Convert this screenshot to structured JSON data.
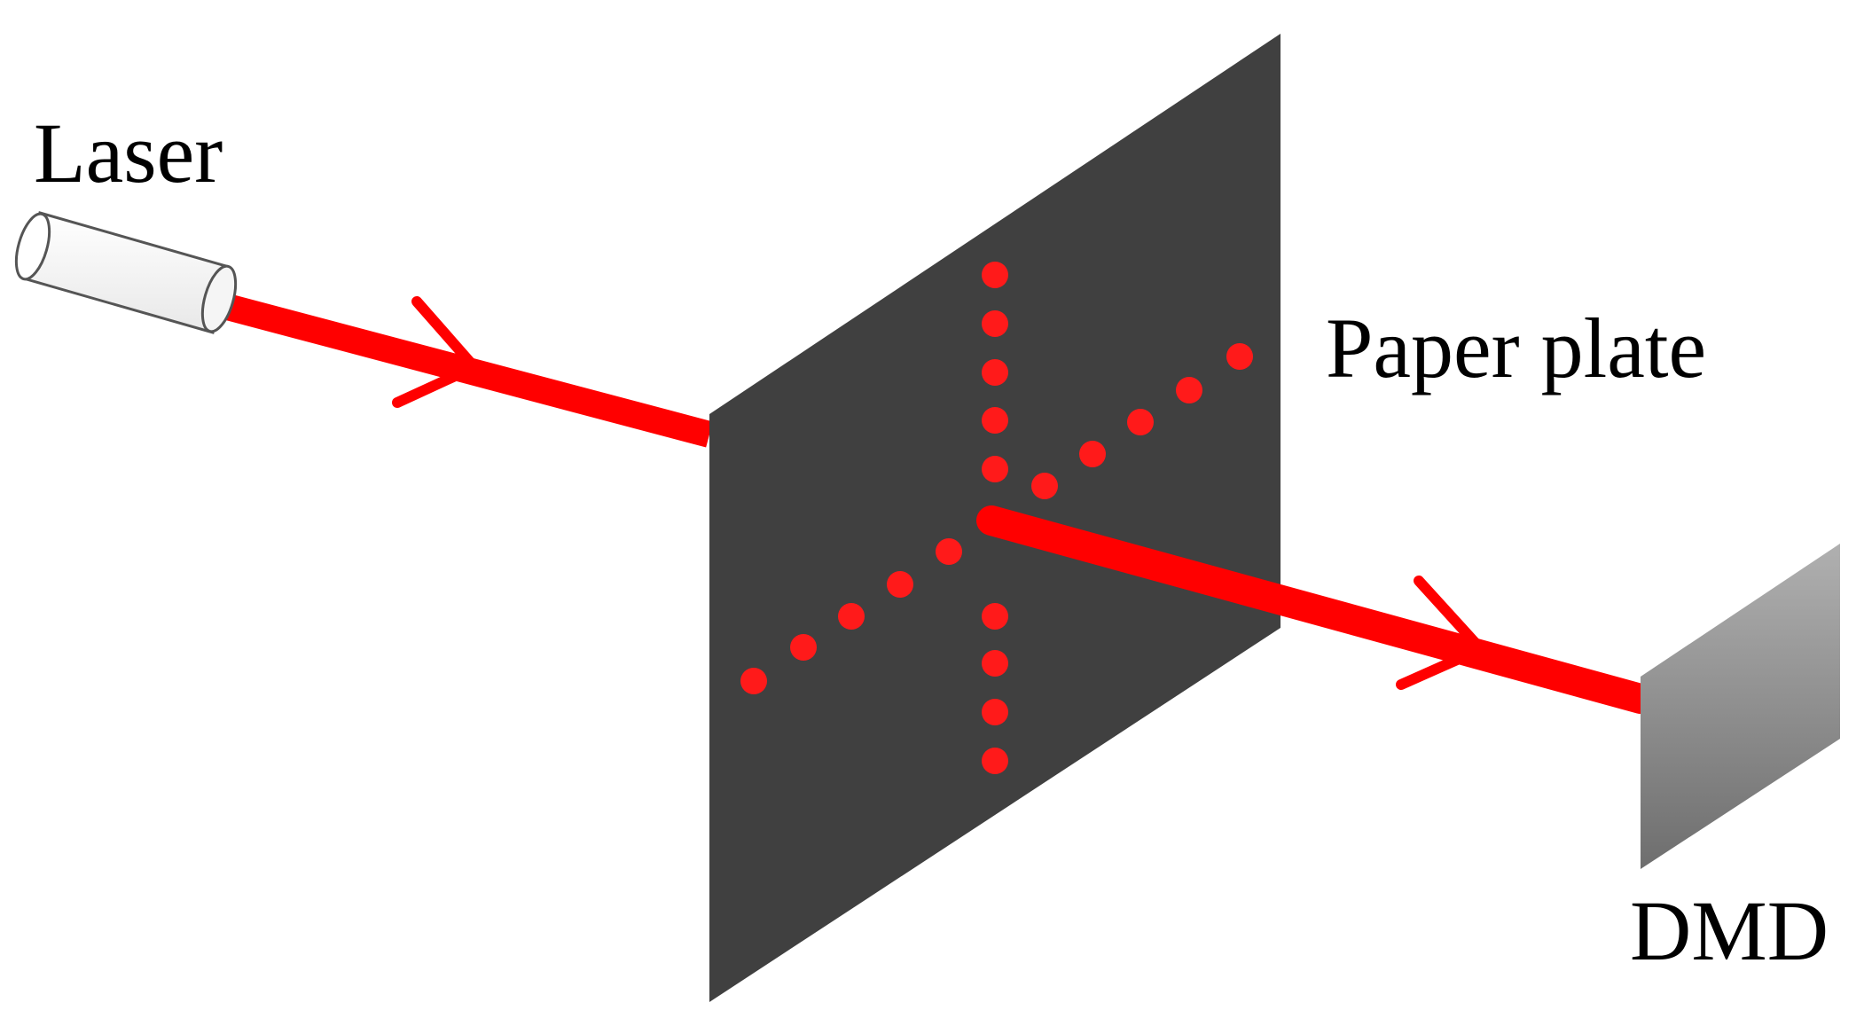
{
  "labels": {
    "laser": "Laser",
    "paper_plate": "Paper plate",
    "dmd": "DMD"
  },
  "colors": {
    "beam": "#ff0000",
    "plate": "#404040",
    "dot": "#ff1a1a",
    "laser_body": "#ffffff",
    "dmd_light": "#b0b0b0",
    "dmd_dark": "#6e6e6e"
  },
  "icons": [
    "laser-source-icon",
    "direction-arrow-icon",
    "dmd-panel-icon"
  ]
}
